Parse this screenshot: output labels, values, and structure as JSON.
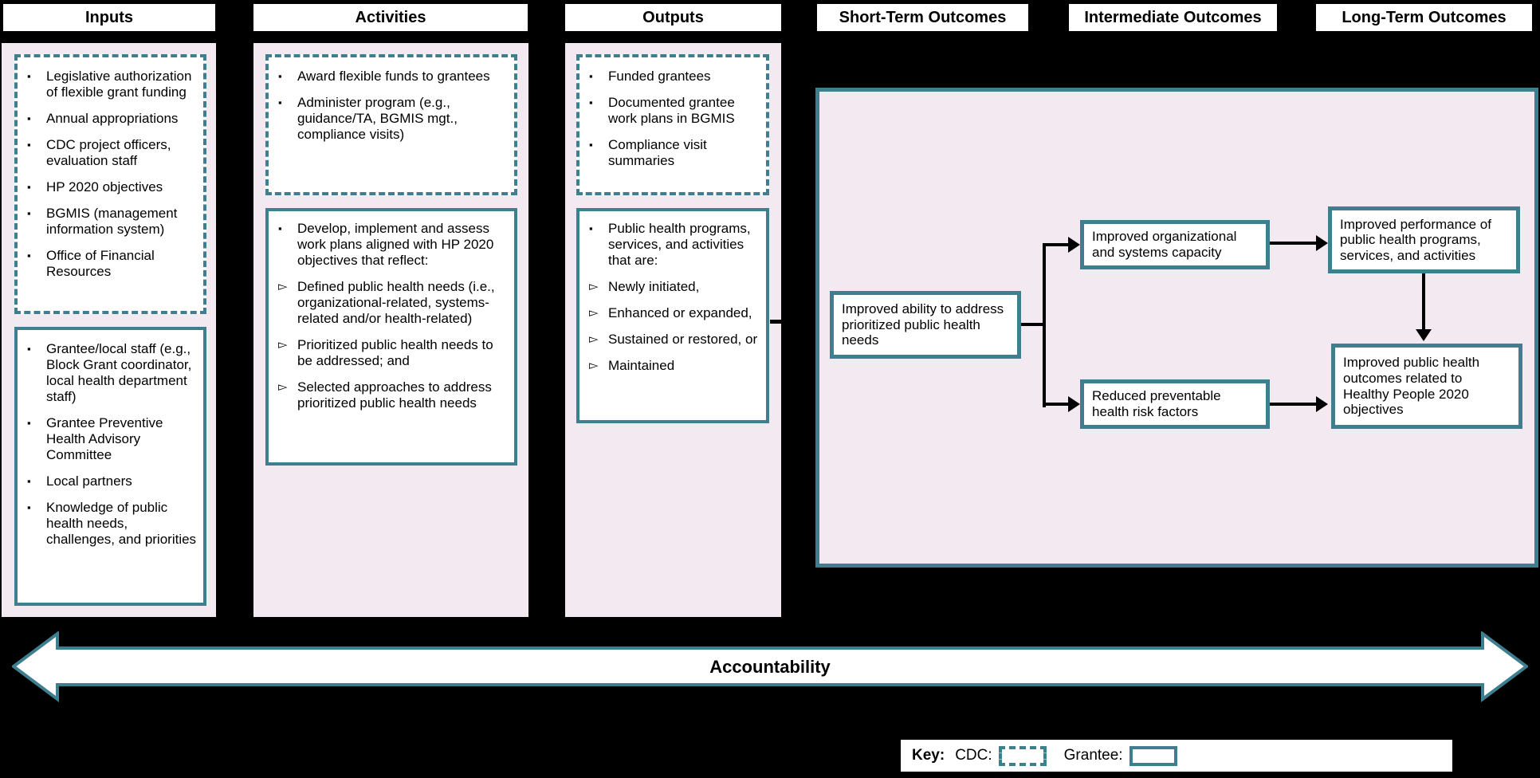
{
  "colors": {
    "background": "#000000",
    "panel_pink": "#F3E9F1",
    "teal_border": "#3D7E8F",
    "box_fill": "#FFFFFF",
    "text": "#000000"
  },
  "headers": {
    "inputs": "Inputs",
    "activities": "Activities",
    "outputs": "Outputs",
    "short_term": "Short-Term Outcomes",
    "intermediate": "Intermediate Outcomes",
    "long_term": "Long-Term Outcomes"
  },
  "inputs": {
    "cdc_box": {
      "items": [
        {
          "bullet": "square",
          "text": "Legislative authorization of flexible grant funding"
        },
        {
          "bullet": "square",
          "text": "Annual appropriations"
        },
        {
          "bullet": "square",
          "text": "CDC project officers, evaluation staff"
        },
        {
          "bullet": "square",
          "text": "HP 2020 objectives"
        },
        {
          "bullet": "square",
          "text": "BGMIS (management information system)"
        },
        {
          "bullet": "square",
          "text": "Office of Financial Resources"
        }
      ]
    },
    "grantee_box": {
      "items": [
        {
          "bullet": "square",
          "text": "Grantee/local staff (e.g., Block Grant coordinator, local health department staff)"
        },
        {
          "bullet": "square",
          "text": "Grantee Preventive Health Advisory Committee"
        },
        {
          "bullet": "square",
          "text": "Local partners"
        },
        {
          "bullet": "square",
          "text": "Knowledge of public health needs, challenges, and priorities"
        }
      ]
    }
  },
  "activities": {
    "cdc_box": {
      "items": [
        {
          "bullet": "square",
          "text": "Award flexible funds to grantees"
        },
        {
          "bullet": "square",
          "text": "Administer program (e.g., guidance/TA, BGMIS mgt., compliance visits)"
        }
      ]
    },
    "grantee_box": {
      "items": [
        {
          "bullet": "square",
          "text": "Develop, implement and assess work plans aligned with HP 2020 objectives that reflect:"
        },
        {
          "bullet": "arrow",
          "text": "Defined public health needs (i.e., organizational-related, systems-related and/or health-related)"
        },
        {
          "bullet": "arrow",
          "text": "Prioritized public health needs to be addressed; and"
        },
        {
          "bullet": "arrow",
          "text": "Selected approaches to address prioritized public health needs"
        }
      ]
    }
  },
  "outputs": {
    "cdc_box": {
      "items": [
        {
          "bullet": "square",
          "text": "Funded grantees"
        },
        {
          "bullet": "square",
          "text": "Documented grantee work plans in BGMIS"
        },
        {
          "bullet": "square",
          "text": "Compliance visit summaries"
        }
      ]
    },
    "grantee_box": {
      "items": [
        {
          "bullet": "square",
          "text": "Public health programs, services, and activities that are:"
        },
        {
          "bullet": "arrow",
          "text": "Newly initiated,"
        },
        {
          "bullet": "arrow",
          "text": "Enhanced or expanded,"
        },
        {
          "bullet": "arrow",
          "text": "Sustained or restored, or"
        },
        {
          "bullet": "arrow",
          "text": "Maintained"
        }
      ]
    }
  },
  "outcomes": {
    "ability": "Improved ability to address prioritized public health needs",
    "org_capacity": "Improved organizational and systems capacity",
    "performance": "Improved performance of public health programs, services, and activities",
    "risk_factors": "Reduced preventable health risk factors",
    "hp2020": "Improved public health outcomes related to Healthy People 2020 objectives"
  },
  "accountability": "Accountability",
  "legend": {
    "key_label": "Key:",
    "cdc_label": "CDC:",
    "grantee_label": "Grantee:"
  }
}
